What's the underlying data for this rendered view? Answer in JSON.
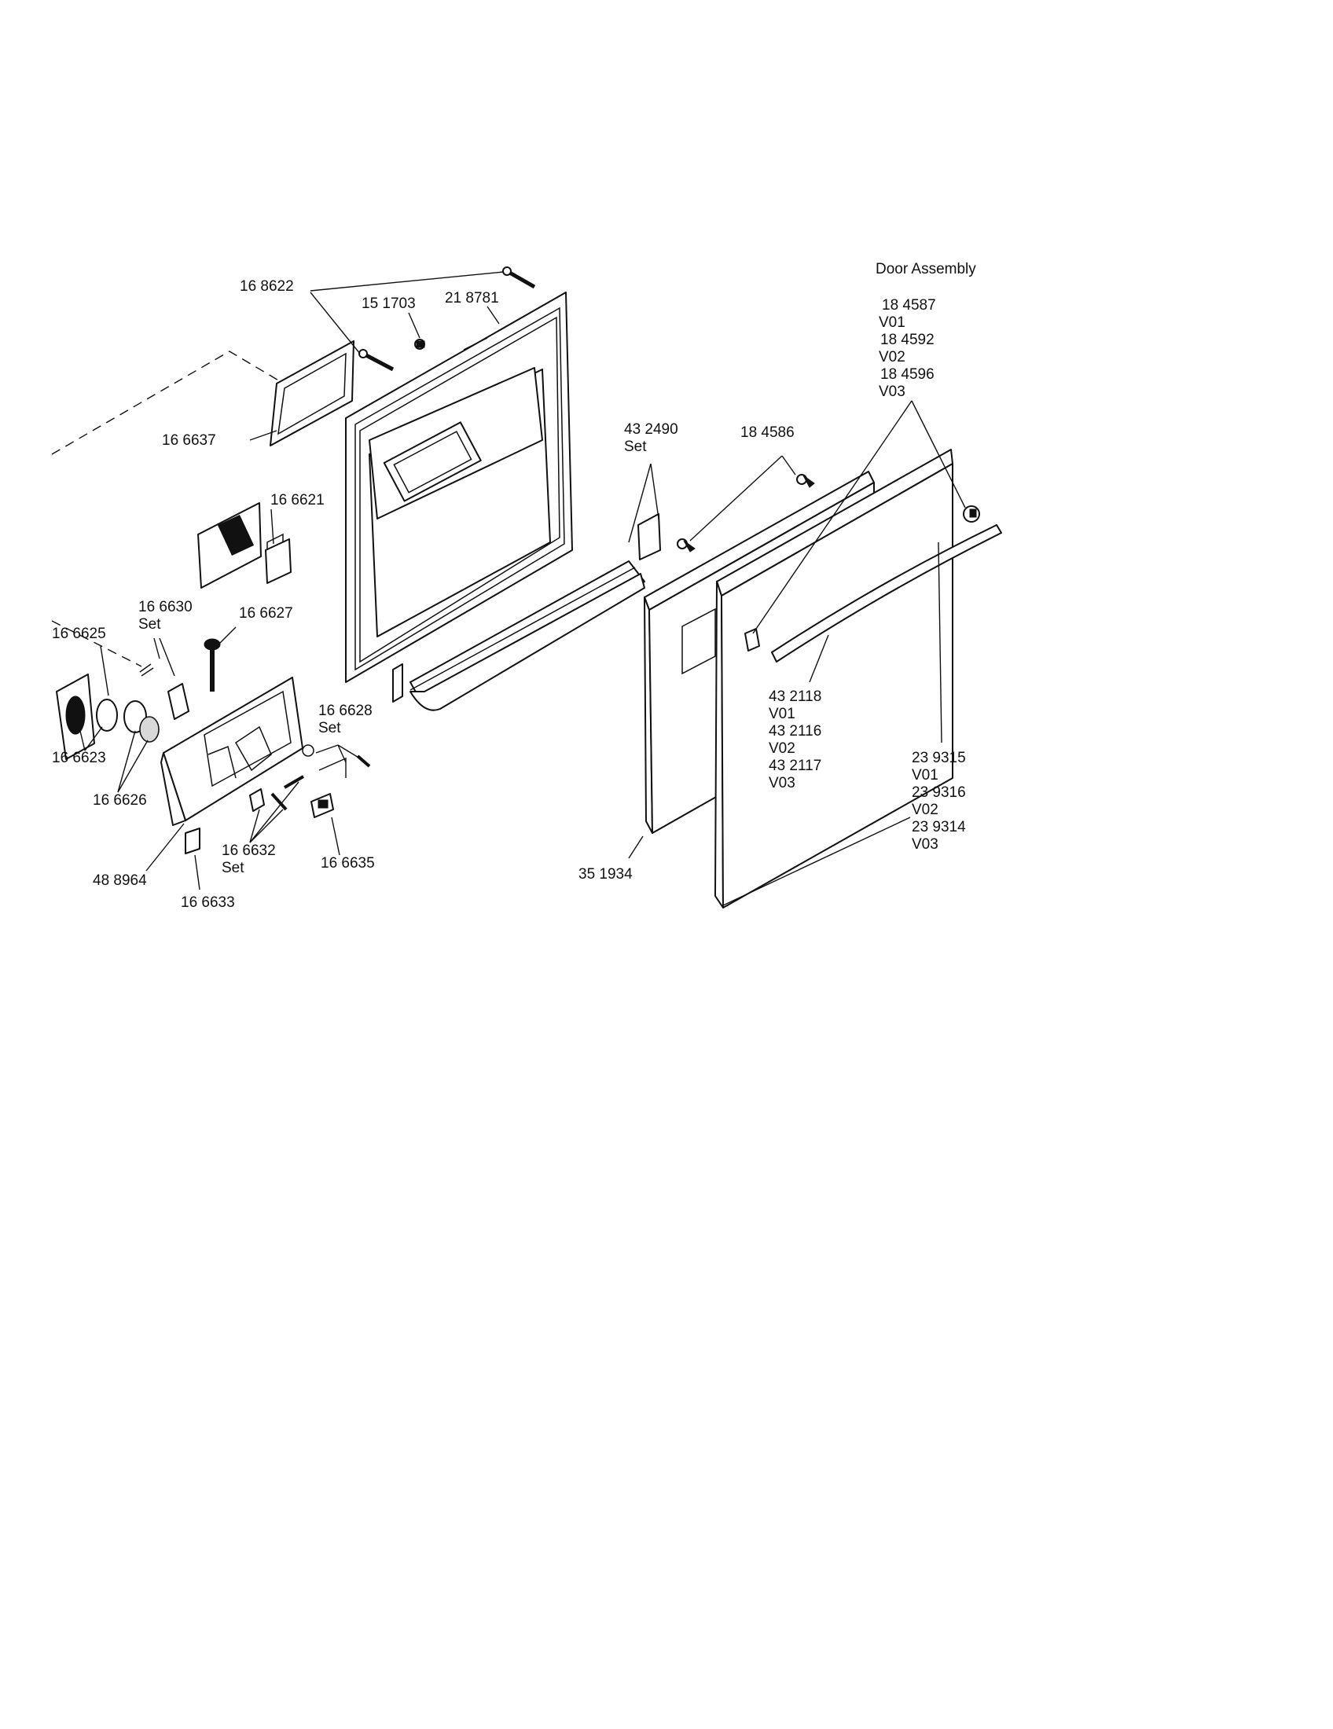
{
  "labels": {
    "title": "Door Assembly",
    "p168622": "16 8622",
    "p151703": "15 1703",
    "p218781": "21 8781",
    "p166637": "16 6637",
    "p166621": "16 6621",
    "p166630": "16 6630",
    "p166630_set": "Set",
    "p166627": "16 6627",
    "p166625": "16 6625",
    "p166623": "16 6623",
    "p166626": "16 6626",
    "p488964": "48 8964",
    "p166633": "16 6633",
    "p166632": "16 6632",
    "p166632_set": "Set",
    "p166628": "16 6628",
    "p166628_set": "Set",
    "p166635": "16 6635",
    "p432490": "43 2490",
    "p432490_set": "Set",
    "p184586": "18 4586",
    "p351934": "35 1934",
    "knob_group": [
      "18 4587",
      "V01",
      "18 4592",
      "V02",
      "18 4596",
      "V03"
    ],
    "handle_group": [
      "43 2118",
      "V01",
      "43 2116",
      "V02",
      "43 2117",
      "V03"
    ],
    "panel_group": [
      "23 9315",
      "V01",
      "23 9316",
      "V02",
      "23 9314",
      "V03"
    ]
  },
  "colors": {
    "ink": "#111111",
    "background": "#ffffff"
  }
}
